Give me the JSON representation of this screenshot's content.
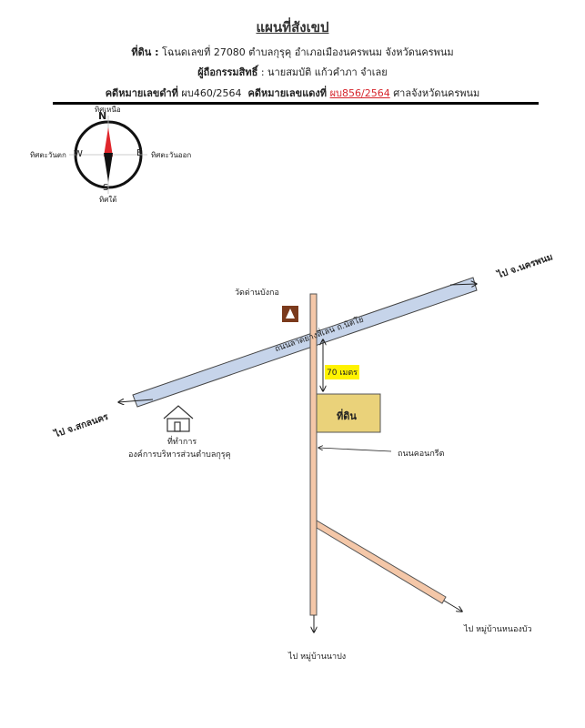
{
  "header": {
    "title": "แผนที่สังเขป",
    "line1": {
      "label": "ที่ดิน :",
      "text": "โฉนดเลขที่  27080  ตำบลกุรุคุ  อำเภอเมืองนครพนม  จังหวัดนครพนม"
    },
    "line2": {
      "label": "ผู้ถือกรรมสิทธิ์",
      "text": ": นายสมบัติ แก้วคำภา จำเลย"
    },
    "line3": {
      "label_black": "คดีหมายเลขดำที่",
      "black_no": "ผบ460/2564",
      "label_red": "คดีหมายเลขแดงที่",
      "red_no": "ผบ856/2564",
      "court": "ศาลจังหวัดนครพนม"
    }
  },
  "compass": {
    "north_letter": "N",
    "south_letter": "S",
    "east_letter": "E",
    "west_letter": "W",
    "north_label": "ทิศเหนือ",
    "south_label": "ทิศใต้",
    "east_label": "ทิศตะวันออก",
    "west_label": "ทิศตะวันตก",
    "colors": {
      "north_needle": "#e0262b",
      "south_needle": "#111111"
    }
  },
  "map": {
    "temple_label": "วัดด่านบังกอ",
    "main_road_label": "ถนนลาดยางสี่เลน ถ.นิตโย",
    "to_nakhon_phanom": "ไป จ.นครพนม",
    "to_sakon_nakhon": "ไป จ.สกลนคร",
    "distance_label": "70 เมตร",
    "land_label": "ที่ดิน",
    "office_title": "ที่ทำการ",
    "office_name": "องค์การบริหารส่วนตำบลกุรุคุ",
    "concrete_road_label": "ถนนคอนกรีต",
    "to_nong_bua": "ไป หมู่บ้านหนองบัว",
    "to_na_pong": "ไป หมู่บ้านนาปง",
    "colors": {
      "main_road": "#c6d4ea",
      "concrete_road": "#f4c7a8",
      "land_plot": "#ead27a",
      "distance_highlight": "#fff200",
      "temple_icon": "#7b3a1c"
    }
  }
}
